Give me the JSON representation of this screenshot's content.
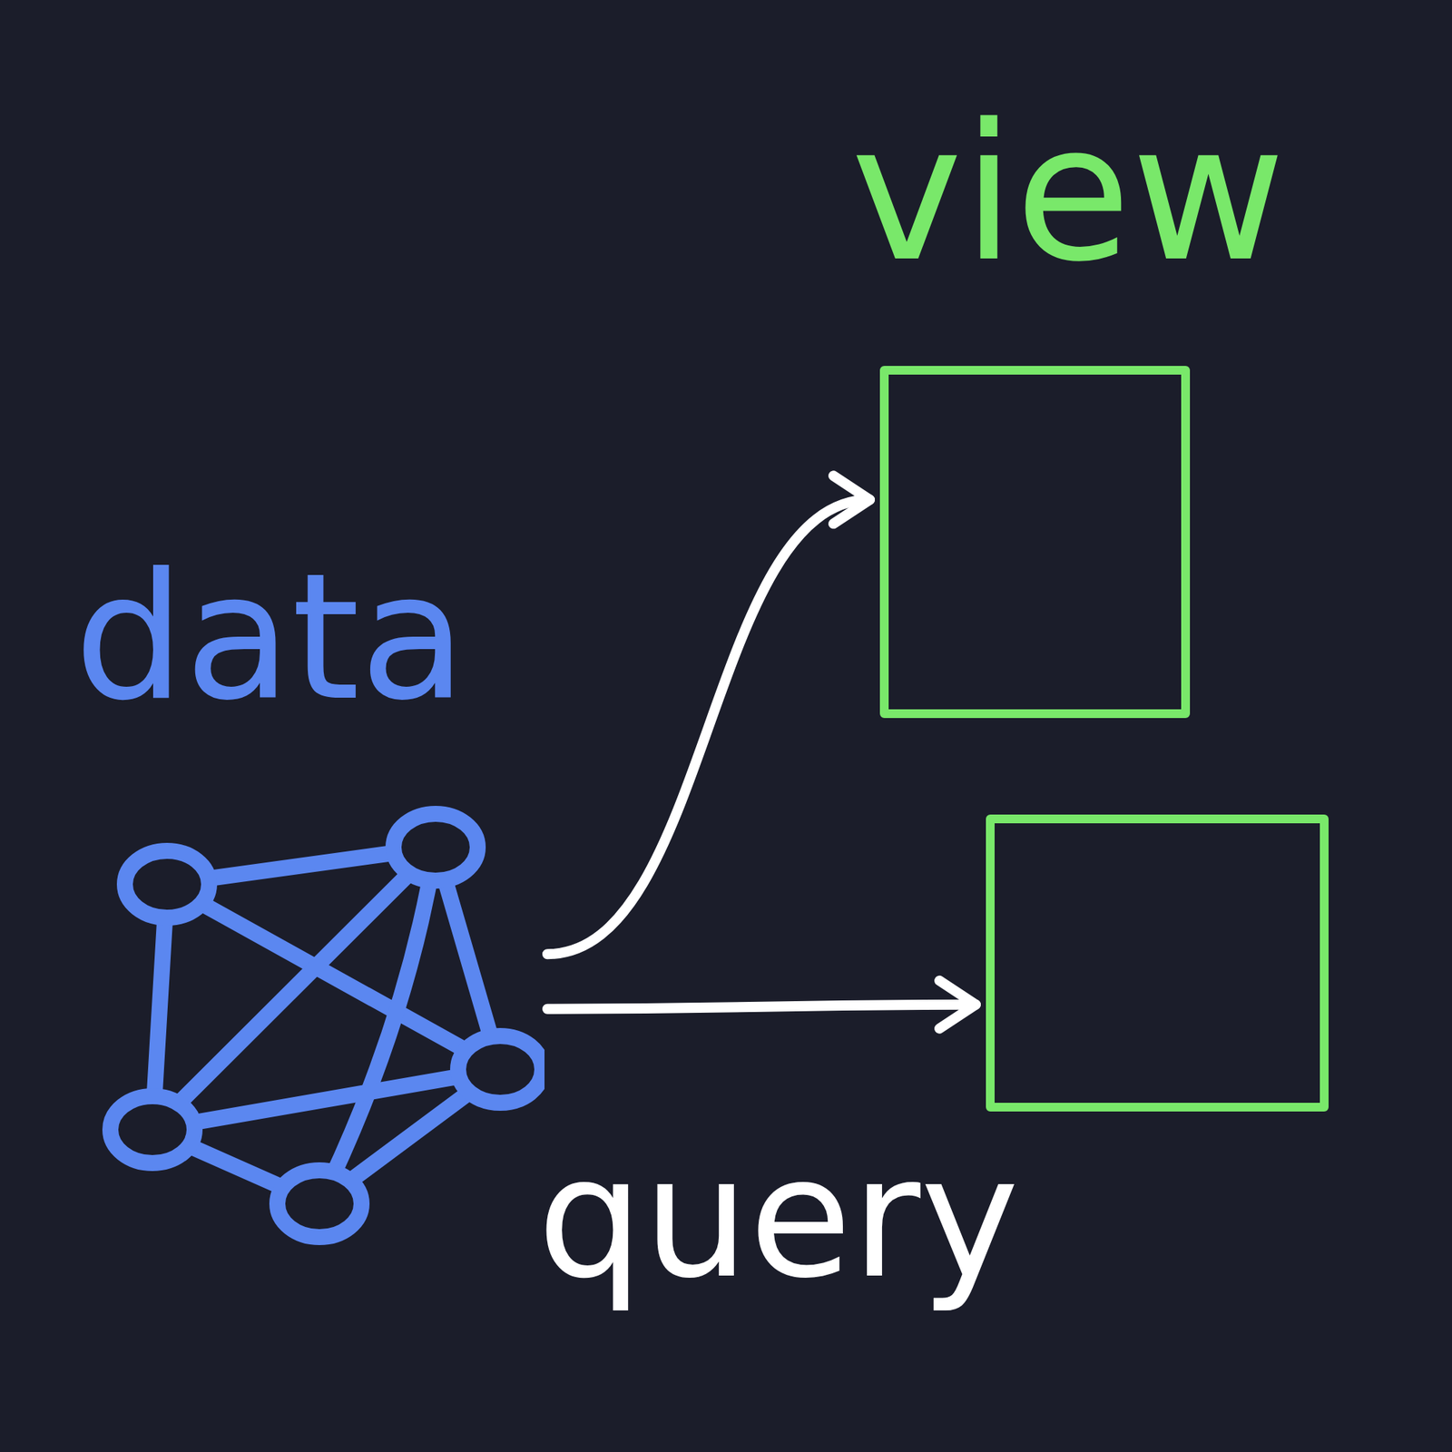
{
  "diagram": {
    "nodes": [
      {
        "text": [
          "data"
        ]
      },
      {
        "text": [
          "view"
        ]
      },
      {
        "text": []
      }
    ],
    "edges": [
      {
        "from": 0,
        "to": 1,
        "arrow": "to"
      },
      {
        "from": 0,
        "to": 2,
        "arrow": "to",
        "label": "query"
      }
    ]
  }
}
